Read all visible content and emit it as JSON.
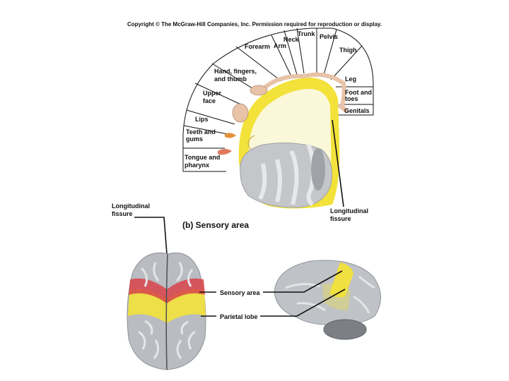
{
  "copyright": "Copyright © The McGraw-Hill Companies, Inc. Permission required for reproduction or display.",
  "title": "(b) Sensory area",
  "homunculus_labels": {
    "trunk": "Trunk",
    "pelvis": "Pelvis",
    "neck": "Neck",
    "arm": "Arm",
    "forearm": "Forearm",
    "thigh": "Thigh",
    "hand_1": "Hand, fingers,",
    "hand_2": "and thumb",
    "leg": "Leg",
    "upper_face_1": "Upper",
    "upper_face_2": "face",
    "foot_1": "Foot and",
    "foot_2": "toes",
    "genitals": "Genitals",
    "lips": "Lips",
    "teeth_1": "Teeth and",
    "teeth_2": "gums",
    "tongue_1": "Tongue and",
    "tongue_2": "pharynx"
  },
  "fissure_left_1": "Longitudinal",
  "fissure_left_2": "fissure",
  "fissure_right_1": "Longitudinal",
  "fissure_right_2": "fissure",
  "sensory_area": "Sensory area",
  "parietal_lobe": "Parietal lobe",
  "colors": {
    "sensory_yellow": "#f2e23a",
    "motor_red": "#d9434a",
    "brain_gray": "#b9bcc1",
    "skin": "#e8c3a8"
  }
}
